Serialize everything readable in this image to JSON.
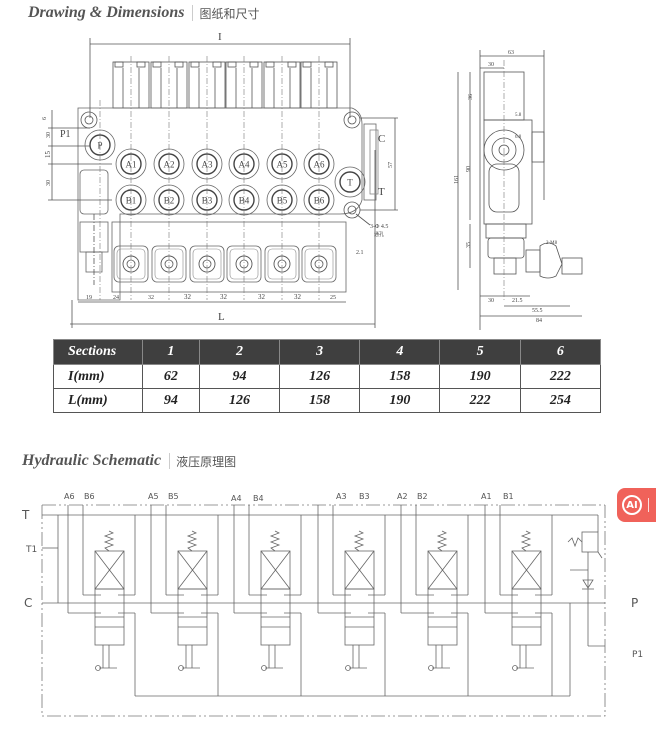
{
  "drawing_section": {
    "title_en": "Drawing & Dimensions",
    "title_zh": "图纸和尺寸",
    "dims": {
      "overall_I": "I",
      "overall_L": "L",
      "left_top": "6",
      "left_30a": "30",
      "left_15": "15",
      "left_30b": "30",
      "bottom_19": "19",
      "bottom_24": "24",
      "bottom_32s": [
        "32",
        "32",
        "32",
        "32",
        "32"
      ],
      "bottom_25": "25",
      "right_57": "57",
      "right_2_1": "2.1",
      "mount_hole": "3-Φ 4.5",
      "mount_hole_zh": "通孔",
      "side_63": "63",
      "side_30top": "30",
      "side_36": "36",
      "side_5_8": "5.8",
      "side_6_8": "6.8",
      "side_90": "90",
      "side_161": "161",
      "side_35": "35",
      "side_2M8": "2-M8",
      "side_30bot": "30",
      "side_21_5": "21.5",
      "side_55_5": "55.5",
      "side_84": "84"
    },
    "ports": {
      "p_left": "P1",
      "p": "P",
      "a": [
        "A1",
        "A2",
        "A3",
        "A4",
        "A5",
        "A6"
      ],
      "b": [
        "B1",
        "B2",
        "B3",
        "B4",
        "B5",
        "B6"
      ],
      "t": "T",
      "c_right": "C",
      "t_right": "T"
    }
  },
  "dims_table": {
    "headers": [
      "Sections",
      "1",
      "2",
      "3",
      "4",
      "5",
      "6"
    ],
    "rows": [
      {
        "label": "I(mm)",
        "values": [
          "62",
          "94",
          "126",
          "158",
          "190",
          "222"
        ]
      },
      {
        "label": "L(mm)",
        "values": [
          "94",
          "126",
          "158",
          "190",
          "222",
          "254"
        ]
      }
    ]
  },
  "schematic_section": {
    "title_en": "Hydraulic Schematic",
    "title_zh": "液压原理图",
    "port_labels": [
      {
        "a": "A6",
        "b": "B6"
      },
      {
        "a": "A5",
        "b": "B5"
      },
      {
        "a": "A4",
        "b": "B4"
      },
      {
        "a": "A3",
        "b": "B3"
      },
      {
        "a": "A2",
        "b": "B2"
      },
      {
        "a": "A1",
        "b": "B1"
      }
    ],
    "left_labels": {
      "t": "T",
      "t1": "T1",
      "c": "C"
    },
    "right_labels": {
      "p": "P",
      "p1": "P1"
    }
  },
  "ai_badge": {
    "label": "AI",
    "color": "#f0625a"
  }
}
